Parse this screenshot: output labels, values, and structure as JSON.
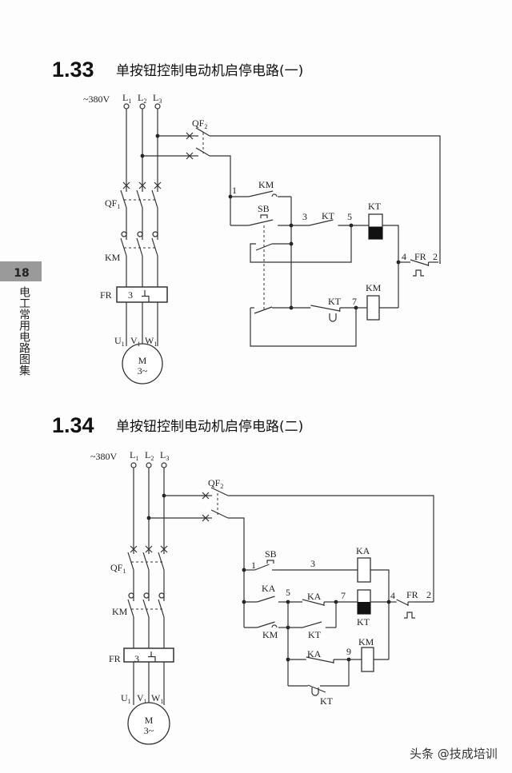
{
  "side_tab": {
    "page": "18",
    "book": "电工常用电路图集"
  },
  "sections": [
    {
      "number": "1.33",
      "title": "单按钮控制电动机启停电路(一)",
      "labels": {
        "voltage": "~380V",
        "L1": "L",
        "L2": "L",
        "L3": "L",
        "l1s": "1",
        "l2s": "2",
        "l3s": "3",
        "QF1": "QF",
        "QF1s": "1",
        "QF2": "QF",
        "QF2s": "2",
        "KM": "KM",
        "FR": "FR",
        "FR3": "3",
        "U": "U",
        "V": "V",
        "W": "W",
        "us": "1",
        "vs": "1",
        "ws": "1",
        "M": "M",
        "M3": "3~",
        "n1": "1",
        "KMc": "KM",
        "SB": "SB",
        "n3": "3",
        "KTc": "KT",
        "n5": "5",
        "KTcoil": "KT",
        "n4": "4",
        "FRc": "FR",
        "n2": "2",
        "KMcoil": "KM",
        "KTc2": "KT",
        "n7": "7"
      }
    },
    {
      "number": "1.34",
      "title": "单按钮控制电动机启停电路(二)",
      "labels": {
        "voltage": "~380V",
        "L1": "L",
        "L2": "L",
        "L3": "L",
        "l1s": "1",
        "l2s": "2",
        "l3s": "3",
        "QF1": "QF",
        "QF1s": "1",
        "QF2": "QF",
        "QF2s": "2",
        "KM": "KM",
        "FR": "FR",
        "FR3": "3",
        "U": "U",
        "V": "V",
        "W": "W",
        "us": "1",
        "vs": "1",
        "ws": "1",
        "M": "M",
        "M3": "3~",
        "n1": "1",
        "SB": "SB",
        "n3": "3",
        "KAcoil": "KA",
        "KAc1": "KA",
        "n5": "5",
        "KAc2": "KA",
        "n7": "7",
        "KTcoil": "KT",
        "n4": "4",
        "FRc": "FR",
        "n2": "2",
        "KMc": "KM",
        "KTc": "KT",
        "KAc3": "KA",
        "n9": "9",
        "KMcoil": "KM",
        "KTc2": "KT"
      }
    }
  ],
  "watermark": "头条 @技成培训"
}
